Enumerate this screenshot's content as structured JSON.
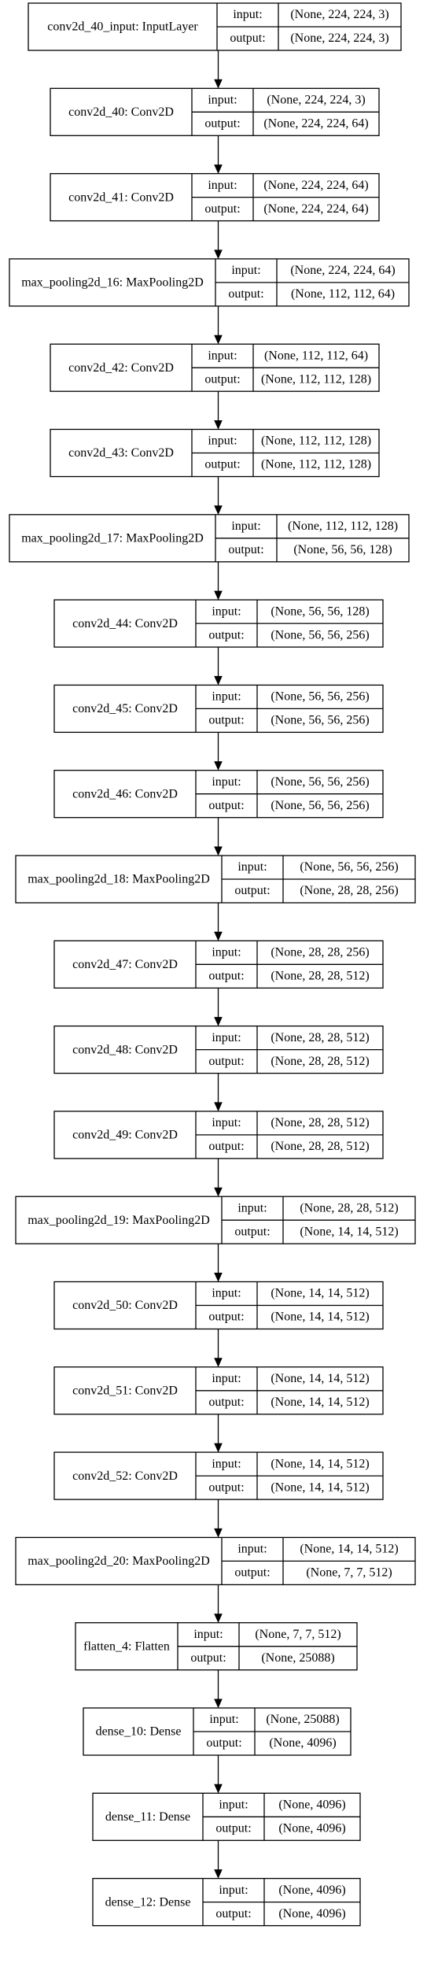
{
  "diagram": {
    "type": "keras-model-plot",
    "port_labels": {
      "input": "input:",
      "output": "output:"
    },
    "nodes": [
      {
        "id": "conv2d_40_input",
        "label": "conv2d_40_input: InputLayer",
        "input": "(None, 224, 224, 3)",
        "output": "(None, 224, 224, 3)"
      },
      {
        "id": "conv2d_40",
        "label": "conv2d_40: Conv2D",
        "input": "(None, 224, 224, 3)",
        "output": "(None, 224, 224, 64)"
      },
      {
        "id": "conv2d_41",
        "label": "conv2d_41: Conv2D",
        "input": "(None, 224, 224, 64)",
        "output": "(None, 224, 224, 64)"
      },
      {
        "id": "max_pooling2d_16",
        "label": "max_pooling2d_16: MaxPooling2D",
        "input": "(None, 224, 224, 64)",
        "output": "(None, 112, 112, 64)"
      },
      {
        "id": "conv2d_42",
        "label": "conv2d_42: Conv2D",
        "input": "(None, 112, 112, 64)",
        "output": "(None, 112, 112, 128)"
      },
      {
        "id": "conv2d_43",
        "label": "conv2d_43: Conv2D",
        "input": "(None, 112, 112, 128)",
        "output": "(None, 112, 112, 128)"
      },
      {
        "id": "max_pooling2d_17",
        "label": "max_pooling2d_17: MaxPooling2D",
        "input": "(None, 112, 112, 128)",
        "output": "(None, 56, 56, 128)"
      },
      {
        "id": "conv2d_44",
        "label": "conv2d_44: Conv2D",
        "input": "(None, 56, 56, 128)",
        "output": "(None, 56, 56, 256)"
      },
      {
        "id": "conv2d_45",
        "label": "conv2d_45: Conv2D",
        "input": "(None, 56, 56, 256)",
        "output": "(None, 56, 56, 256)"
      },
      {
        "id": "conv2d_46",
        "label": "conv2d_46: Conv2D",
        "input": "(None, 56, 56, 256)",
        "output": "(None, 56, 56, 256)"
      },
      {
        "id": "max_pooling2d_18",
        "label": "max_pooling2d_18: MaxPooling2D",
        "input": "(None, 56, 56, 256)",
        "output": "(None, 28, 28, 256)"
      },
      {
        "id": "conv2d_47",
        "label": "conv2d_47: Conv2D",
        "input": "(None, 28, 28, 256)",
        "output": "(None, 28, 28, 512)"
      },
      {
        "id": "conv2d_48",
        "label": "conv2d_48: Conv2D",
        "input": "(None, 28, 28, 512)",
        "output": "(None, 28, 28, 512)"
      },
      {
        "id": "conv2d_49",
        "label": "conv2d_49: Conv2D",
        "input": "(None, 28, 28, 512)",
        "output": "(None, 28, 28, 512)"
      },
      {
        "id": "max_pooling2d_19",
        "label": "max_pooling2d_19: MaxPooling2D",
        "input": "(None, 28, 28, 512)",
        "output": "(None, 14, 14, 512)"
      },
      {
        "id": "conv2d_50",
        "label": "conv2d_50: Conv2D",
        "input": "(None, 14, 14, 512)",
        "output": "(None, 14, 14, 512)"
      },
      {
        "id": "conv2d_51",
        "label": "conv2d_51: Conv2D",
        "input": "(None, 14, 14, 512)",
        "output": "(None, 14, 14, 512)"
      },
      {
        "id": "conv2d_52",
        "label": "conv2d_52: Conv2D",
        "input": "(None, 14, 14, 512)",
        "output": "(None, 14, 14, 512)"
      },
      {
        "id": "max_pooling2d_20",
        "label": "max_pooling2d_20: MaxPooling2D",
        "input": "(None, 14, 14, 512)",
        "output": "(None, 7, 7, 512)"
      },
      {
        "id": "flatten_4",
        "label": "flatten_4: Flatten",
        "input": "(None, 7, 7, 512)",
        "output": "(None, 25088)"
      },
      {
        "id": "dense_10",
        "label": "dense_10: Dense",
        "input": "(None, 25088)",
        "output": "(None, 4096)"
      },
      {
        "id": "dense_11",
        "label": "dense_11: Dense",
        "input": "(None, 4096)",
        "output": "(None, 4096)"
      },
      {
        "id": "dense_12",
        "label": "dense_12: Dense",
        "input": "(None, 4096)",
        "output": "(None, 4096)"
      }
    ],
    "edges": [
      [
        "conv2d_40_input",
        "conv2d_40"
      ],
      [
        "conv2d_40",
        "conv2d_41"
      ],
      [
        "conv2d_41",
        "max_pooling2d_16"
      ],
      [
        "max_pooling2d_16",
        "conv2d_42"
      ],
      [
        "conv2d_42",
        "conv2d_43"
      ],
      [
        "conv2d_43",
        "max_pooling2d_17"
      ],
      [
        "max_pooling2d_17",
        "conv2d_44"
      ],
      [
        "conv2d_44",
        "conv2d_45"
      ],
      [
        "conv2d_45",
        "conv2d_46"
      ],
      [
        "conv2d_46",
        "max_pooling2d_18"
      ],
      [
        "max_pooling2d_18",
        "conv2d_47"
      ],
      [
        "conv2d_47",
        "conv2d_48"
      ],
      [
        "conv2d_48",
        "conv2d_49"
      ],
      [
        "conv2d_49",
        "max_pooling2d_19"
      ],
      [
        "max_pooling2d_19",
        "conv2d_50"
      ],
      [
        "conv2d_50",
        "conv2d_51"
      ],
      [
        "conv2d_51",
        "conv2d_52"
      ],
      [
        "conv2d_52",
        "max_pooling2d_20"
      ],
      [
        "max_pooling2d_20",
        "flatten_4"
      ],
      [
        "flatten_4",
        "dense_10"
      ],
      [
        "dense_10",
        "dense_11"
      ],
      [
        "dense_11",
        "dense_12"
      ]
    ]
  }
}
